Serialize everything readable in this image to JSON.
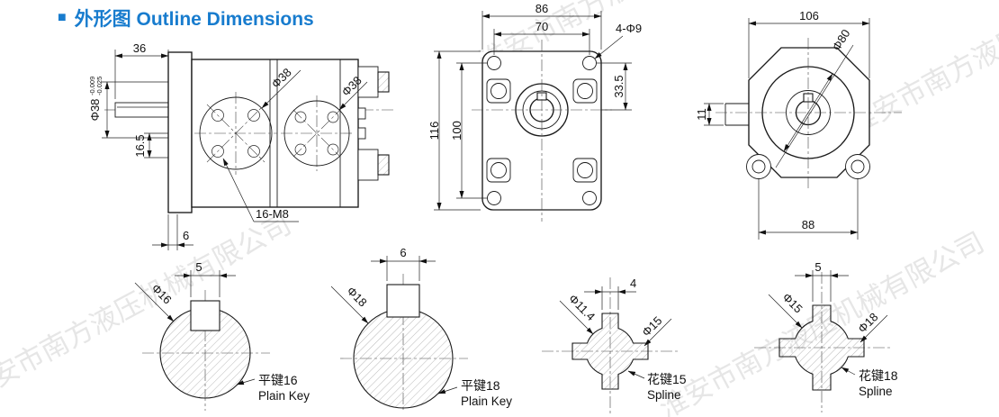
{
  "title": {
    "bullet": "■",
    "text": "外形图 Outline Dimensions",
    "color": "#187cce"
  },
  "watermark": {
    "text": "淮安市南方液压机械有限公司"
  },
  "side_view": {
    "dim_shaft_len": "36",
    "dim_pilot": "Φ38",
    "tol_upper": "-0.009",
    "tol_lower": "-0.025",
    "dim_offset": "16.5",
    "dim_bore_front": "Φ38",
    "dim_bore_rear": "Φ38",
    "dim_bolt_callout": "16-M8",
    "dim_flange_thk": "6"
  },
  "front_view": {
    "dim_width": "86",
    "dim_bolt_span": "70",
    "dim_corner_holes": "4-Φ9",
    "dim_center_offset": "33.5",
    "dim_height": "116",
    "dim_bolt_height": "100"
  },
  "rear_view": {
    "dim_width": "106",
    "dim_spigot": "Φ80",
    "dim_tab": "11",
    "dim_foot_span": "88"
  },
  "shaft_details": [
    {
      "dim_key_width": "5",
      "dim_shaft_dia": "Φ16",
      "label_cn": "平键16",
      "label_en": "Plain Key"
    },
    {
      "dim_key_width": "6",
      "dim_shaft_dia": "Φ18",
      "label_cn": "平键18",
      "label_en": "Plain Key"
    },
    {
      "dim_tooth_width": "4",
      "dim_minor_dia": "Φ11.4",
      "dim_major_dia": "Φ15",
      "label_cn": "花键15",
      "label_en": "Spline"
    },
    {
      "dim_tooth_width": "5",
      "dim_minor_dia": "Φ15",
      "dim_major_dia": "Φ18",
      "label_cn": "花键18",
      "label_en": "Spline"
    }
  ]
}
